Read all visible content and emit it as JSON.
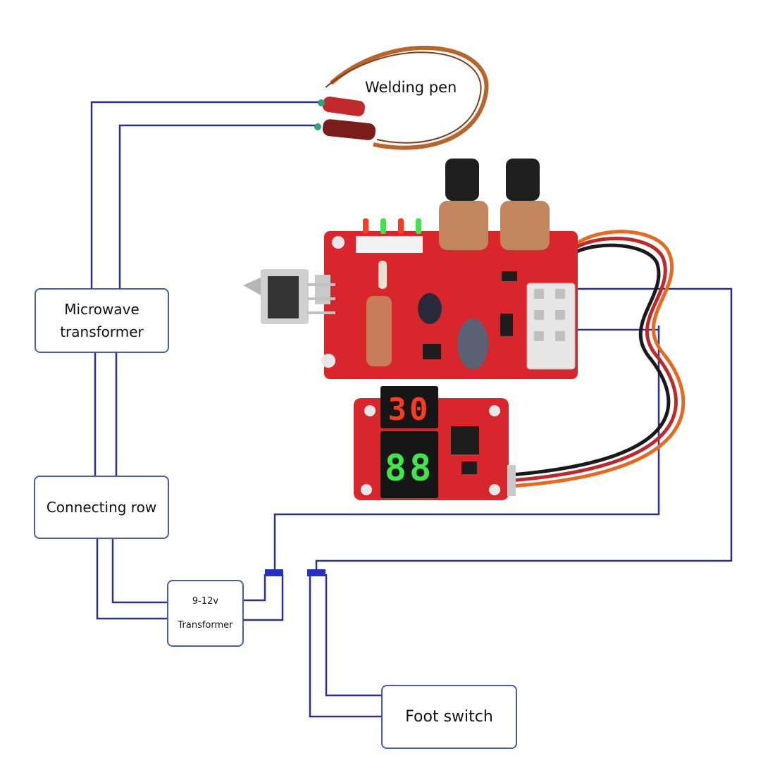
{
  "labels": {
    "welding_pen": "Welding pen",
    "microwave_line1": "Microwave",
    "microwave_line2": "transformer",
    "connecting_row": "Connecting row",
    "transformer_line1": "9-12v",
    "transformer_line2": "Transformer",
    "foot_switch": "Foot switch"
  },
  "display": {
    "top_reading": "30",
    "bottom_reading": "88"
  },
  "colors": {
    "wire": "#2b2f8f",
    "pcb": "#d8262c",
    "led_red": "#ff3b1f",
    "led_green": "#3ee64a",
    "cable_orange": "#e8691d",
    "cable_red": "#c0282a",
    "cable_black": "#1a1a1a"
  }
}
